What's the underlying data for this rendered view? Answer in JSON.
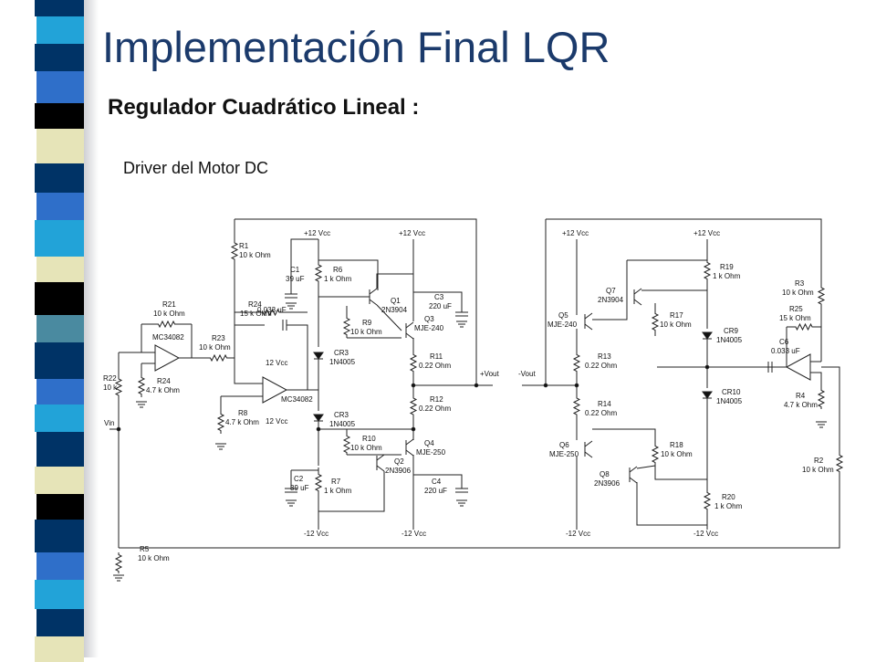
{
  "slide": {
    "title": "Implementación Final LQR",
    "subtitle": "Regulador Cuadrático Lineal :",
    "caption": "Driver del Motor DC"
  },
  "colors": {
    "title": "#1b3a6b",
    "strip_navy": "#003366",
    "strip_blue": "#2f6fc9",
    "strip_cyan": "#22a3d8",
    "strip_cream": "#e6e4b8",
    "strip_black": "#000000",
    "strip_steel": "#4a8aa0"
  },
  "schematic": {
    "labels": [
      {
        "id": "vcc1",
        "text": "+12 Vcc"
      },
      {
        "id": "vcc2",
        "text": "+12 Vcc"
      },
      {
        "id": "vcc3",
        "text": "+12 Vcc"
      },
      {
        "id": "vcc4",
        "text": "+12 Vcc"
      },
      {
        "id": "vee1",
        "text": "-12 Vcc"
      },
      {
        "id": "vee2",
        "text": "-12 Vcc"
      },
      {
        "id": "vee3",
        "text": "-12 Vcc"
      },
      {
        "id": "vee4",
        "text": "-12 Vcc"
      },
      {
        "id": "r1a",
        "text": "R1"
      },
      {
        "id": "r1b",
        "text": "10 k Ohm"
      },
      {
        "id": "r21a",
        "text": "R21"
      },
      {
        "id": "r21b",
        "text": "10 k Ohm"
      },
      {
        "id": "u1",
        "text": "MC34082"
      },
      {
        "id": "r22a",
        "text": "R22"
      },
      {
        "id": "r22b",
        "text": "10 k"
      },
      {
        "id": "r24a",
        "text": "R24"
      },
      {
        "id": "r24b",
        "text": "4.7 k Ohm"
      },
      {
        "id": "r23a",
        "text": "R23"
      },
      {
        "id": "r23b",
        "text": "10 k Ohm"
      },
      {
        "id": "r24c",
        "text": "R24"
      },
      {
        "id": "r24d",
        "text": "15 k Ohm"
      },
      {
        "id": "c033a",
        "text": "0.033 uF"
      },
      {
        "id": "op12p",
        "text": "12 Vcc"
      },
      {
        "id": "op12n",
        "text": "12 Vcc"
      },
      {
        "id": "u2",
        "text": "MC34082"
      },
      {
        "id": "r8a",
        "text": "R8"
      },
      {
        "id": "r8b",
        "text": "4.7 k Ohm"
      },
      {
        "id": "vin",
        "text": "Vin"
      },
      {
        "id": "r5a",
        "text": "R5"
      },
      {
        "id": "r5b",
        "text": "10 k Ohm"
      },
      {
        "id": "c1a",
        "text": "C1"
      },
      {
        "id": "c1b",
        "text": "39 uF"
      },
      {
        "id": "r6a",
        "text": "R6"
      },
      {
        "id": "r6b",
        "text": "1 k Ohm"
      },
      {
        "id": "q1a",
        "text": "Q1"
      },
      {
        "id": "q1b",
        "text": "2N3904"
      },
      {
        "id": "r9a",
        "text": "R9"
      },
      {
        "id": "r9b",
        "text": "10 k Ohm"
      },
      {
        "id": "q3a",
        "text": "Q3"
      },
      {
        "id": "q3b",
        "text": "MJE-240"
      },
      {
        "id": "c3a",
        "text": "C3"
      },
      {
        "id": "c3b",
        "text": "220 uF"
      },
      {
        "id": "cr3a",
        "text": "CR3"
      },
      {
        "id": "cr3b",
        "text": "1N4005"
      },
      {
        "id": "r11a",
        "text": "R11"
      },
      {
        "id": "r11b",
        "text": "0.22 Ohm"
      },
      {
        "id": "vout_p",
        "text": "+Vout"
      },
      {
        "id": "cr3c",
        "text": "CR3"
      },
      {
        "id": "cr3d",
        "text": "1N4005"
      },
      {
        "id": "r12a",
        "text": "R12"
      },
      {
        "id": "r12b",
        "text": "0.22 Ohm"
      },
      {
        "id": "r10a",
        "text": "R10"
      },
      {
        "id": "r10b",
        "text": "10 k Ohm"
      },
      {
        "id": "q4a",
        "text": "Q4"
      },
      {
        "id": "q4b",
        "text": "MJE-250"
      },
      {
        "id": "q2a",
        "text": "Q2"
      },
      {
        "id": "q2b",
        "text": "2N3906"
      },
      {
        "id": "c2a",
        "text": "C2"
      },
      {
        "id": "c2b",
        "text": "39 uF"
      },
      {
        "id": "r7a",
        "text": "R7"
      },
      {
        "id": "r7b",
        "text": "1 k Ohm"
      },
      {
        "id": "c4a",
        "text": "C4"
      },
      {
        "id": "c4b",
        "text": "220 uF"
      },
      {
        "id": "vout_n",
        "text": "-Vout"
      },
      {
        "id": "q7a",
        "text": "Q7"
      },
      {
        "id": "q7b",
        "text": "2N3904"
      },
      {
        "id": "r19a",
        "text": "R19"
      },
      {
        "id": "r19b",
        "text": "1 k Ohm"
      },
      {
        "id": "q5a",
        "text": "Q5"
      },
      {
        "id": "q5b",
        "text": "MJE-240"
      },
      {
        "id": "r17a",
        "text": "R17"
      },
      {
        "id": "r17b",
        "text": "10 k Ohm"
      },
      {
        "id": "r3a",
        "text": "R3"
      },
      {
        "id": "r3b",
        "text": "10 k Ohm"
      },
      {
        "id": "r25a",
        "text": "R25"
      },
      {
        "id": "r25b",
        "text": "15 k Ohm"
      },
      {
        "id": "cr9a",
        "text": "CR9"
      },
      {
        "id": "cr9b",
        "text": "1N4005"
      },
      {
        "id": "c6a",
        "text": "C6"
      },
      {
        "id": "c6b",
        "text": "0.033 uF"
      },
      {
        "id": "r13a",
        "text": "R13"
      },
      {
        "id": "r13b",
        "text": "0.22 Ohm"
      },
      {
        "id": "cr10a",
        "text": "CR10"
      },
      {
        "id": "cr10b",
        "text": "1N4005"
      },
      {
        "id": "r4a",
        "text": "R4"
      },
      {
        "id": "r4b",
        "text": "4.7 k Ohm"
      },
      {
        "id": "r14a",
        "text": "R14"
      },
      {
        "id": "r14b",
        "text": "0.22 Ohm"
      },
      {
        "id": "q6a",
        "text": "Q6"
      },
      {
        "id": "q6b",
        "text": "MJE-250"
      },
      {
        "id": "r18a",
        "text": "R18"
      },
      {
        "id": "r18b",
        "text": "10 k Ohm"
      },
      {
        "id": "q8a",
        "text": "Q8"
      },
      {
        "id": "q8b",
        "text": "2N3906"
      },
      {
        "id": "r2a",
        "text": "R2"
      },
      {
        "id": "r2b",
        "text": "10 k Ohm"
      },
      {
        "id": "r20a",
        "text": "R20"
      },
      {
        "id": "r20b",
        "text": "1 k Ohm"
      }
    ]
  }
}
